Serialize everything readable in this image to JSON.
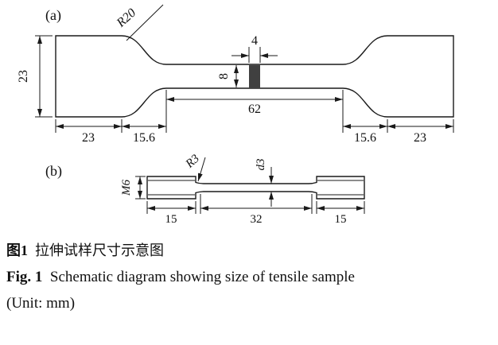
{
  "figure": {
    "part_a": {
      "label": "(a)",
      "radius_label": "R20",
      "grip_height": "23",
      "notch_width": "4",
      "gauge_width": "8",
      "gauge_length": "62",
      "bottom_dims": [
        "23",
        "15.6",
        "15.6",
        "23"
      ]
    },
    "part_b": {
      "label": "(b)",
      "thread_label": "M6",
      "radius_label": "R3",
      "diameter_label": "d3",
      "bottom_dims": [
        "15",
        "32",
        "15"
      ]
    }
  },
  "caption": {
    "cn_label": "图1",
    "cn_text": "拉伸试样尺寸示意图",
    "en_label": "Fig. 1",
    "en_text": "Schematic diagram showing size of tensile sample",
    "unit": "(Unit: mm)"
  },
  "colors": {
    "line": "#1a1a1a",
    "notch_fill": "#404040",
    "background": "#ffffff"
  }
}
